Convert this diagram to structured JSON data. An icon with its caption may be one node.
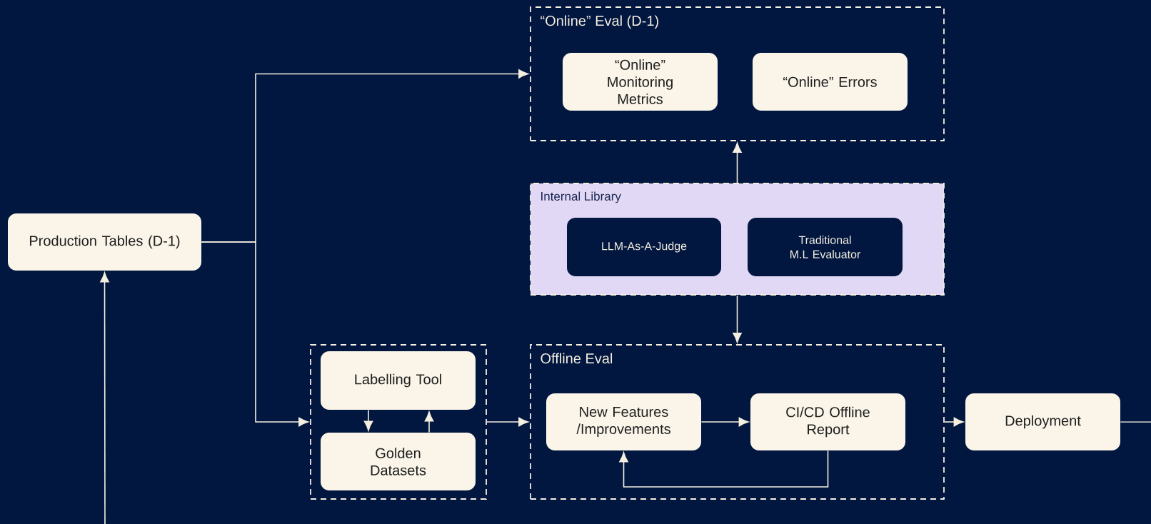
{
  "diagram": {
    "nodes": [
      {
        "text": [
          "“Online” Eval (D-1)"
        ]
      },
      {
        "text": [
          "“Online” Monitoring Metrics"
        ],
        "in": 0
      },
      {
        "text": [
          "“Online” Errors"
        ],
        "in": 0
      },
      {
        "text": [
          "Internal Library"
        ]
      },
      {
        "text": [
          "LLM-As-A-Judge"
        ],
        "in": 3
      },
      {
        "text": [
          "Traditional M.L Evaluator"
        ],
        "in": 3
      },
      {
        "text": [
          "Production Tables (D-1)"
        ]
      },
      {
        "text": [],
        "shape": "box"
      },
      {
        "text": [
          "Labelling Tool"
        ],
        "in": 7
      },
      {
        "text": [
          "Golden Datasets"
        ],
        "in": 7
      },
      {
        "text": [
          "Offline Eval"
        ]
      },
      {
        "text": [
          "New Features /Improvements"
        ],
        "in": 10
      },
      {
        "text": [
          "CI/CD Offline Report"
        ],
        "in": 10
      },
      {
        "text": [
          "Deployment"
        ]
      }
    ],
    "edges": [
      {
        "from": 6,
        "to": 0,
        "arrow": "to"
      },
      {
        "from": 6,
        "to": 7,
        "arrow": "to"
      },
      {
        "from": 8,
        "to": 9,
        "arrow": "to"
      },
      {
        "from": 9,
        "to": 8,
        "arrow": "to"
      },
      {
        "from": 7,
        "to": 10,
        "arrow": "to"
      },
      {
        "from": 11,
        "to": 12,
        "arrow": "to"
      },
      {
        "from": 12,
        "to": 11,
        "arrow": "to"
      },
      {
        "from": 3,
        "to": 0,
        "arrow": "to"
      },
      {
        "from": 3,
        "to": 10,
        "arrow": "to"
      },
      {
        "from": 10,
        "to": 13,
        "arrow": "to"
      },
      {
        "from": 13,
        "to": null,
        "arrow": "none"
      },
      {
        "from": null,
        "to": 6,
        "arrow": "to"
      }
    ]
  }
}
